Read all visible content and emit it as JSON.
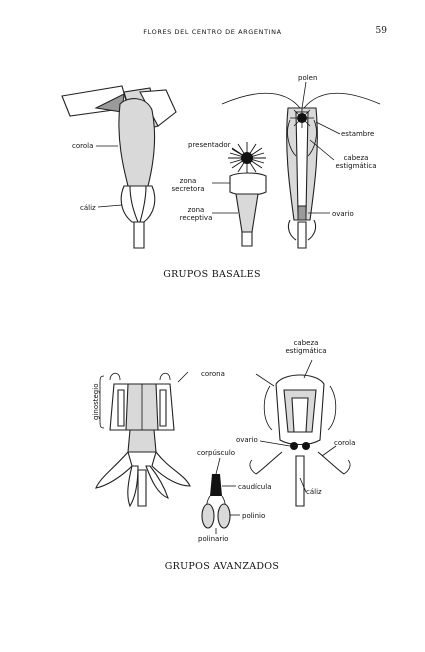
{
  "header": {
    "running_title": "FLORES DEL CENTRO DE ARGENTINA",
    "page_number": "59"
  },
  "figure_basal": {
    "caption": "GRUPOS BASALES",
    "labels": {
      "corola": "corola",
      "caliz": "cáliz",
      "presentador": "presentador",
      "zona_secretora": "zona\nsecretora",
      "zona_receptiva": "zona\nreceptiva",
      "polen": "polen",
      "estambre": "estambre",
      "cabeza_estigmatica": "cabeza\nestigmática",
      "ovario": "ovario"
    }
  },
  "figure_advanced": {
    "caption": "GRUPOS AVANZADOS",
    "labels": {
      "ginostegio": "ginostegio",
      "corona": "corona",
      "cabeza_estigmatica": "cabeza\nestigmática",
      "ovario": "ovario",
      "corola": "corola",
      "caliz": "cáliz",
      "corpusculo": "corpúsculo",
      "caudicula": "caudícula",
      "polinio": "polinio",
      "polinario": "polinario"
    }
  }
}
